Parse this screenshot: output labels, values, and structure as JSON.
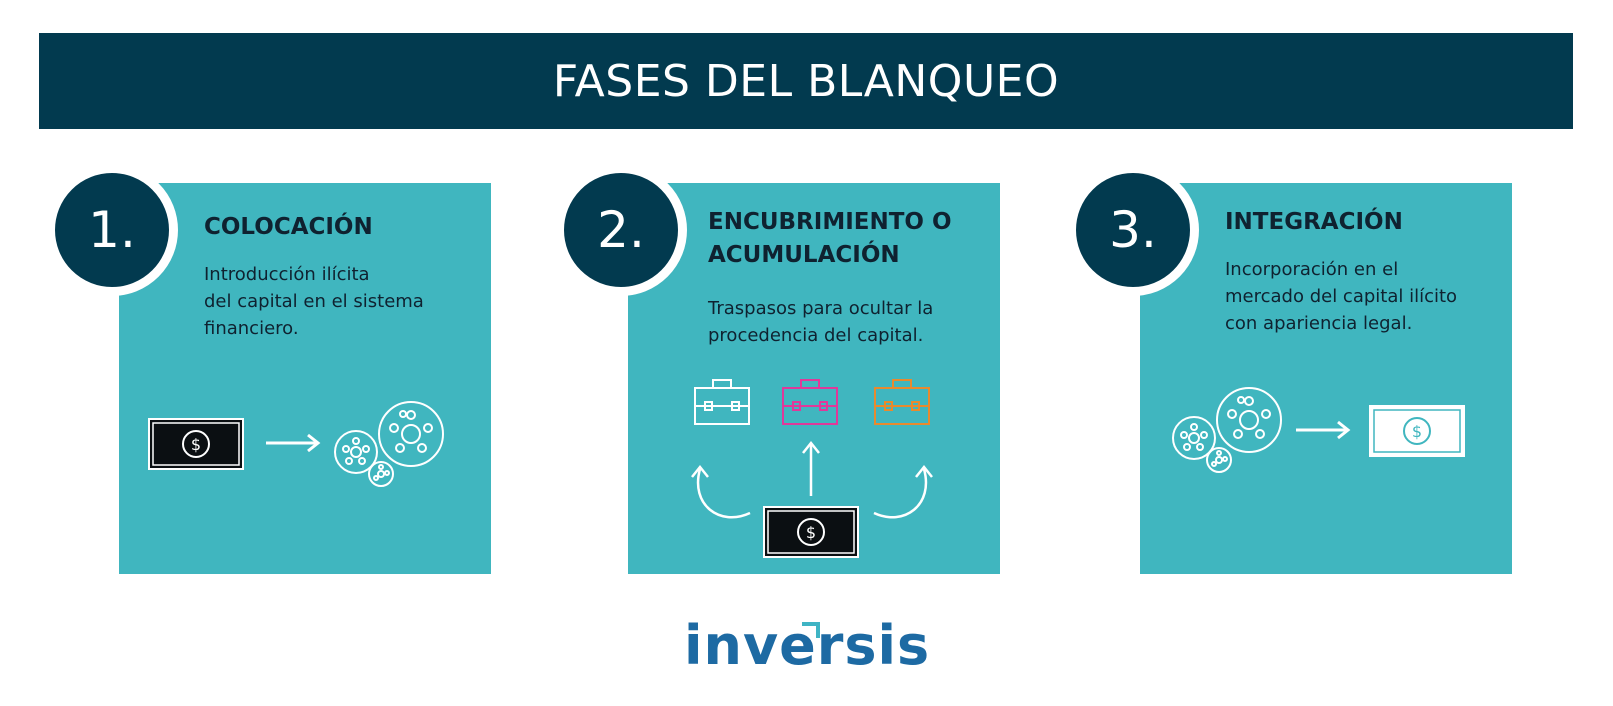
{
  "header": {
    "title": "FASES DEL BLANQUEO"
  },
  "phases": [
    {
      "number": "1.",
      "title_lines": [
        "COLOCACIÓN"
      ],
      "description_lines": [
        "Introducción ilícita",
        "del capital en el sistema",
        "financiero."
      ],
      "icons": [
        "banknote-icon",
        "arrow-right-icon",
        "coins-icon"
      ]
    },
    {
      "number": "2.",
      "title_lines": [
        "ENCUBRIMIENTO O",
        "ACUMULACIÓN"
      ],
      "description_lines": [
        "Traspasos para ocultar la",
        "procedencia del capital."
      ],
      "icons": [
        "briefcase-icon",
        "briefcase-icon",
        "briefcase-icon",
        "curved-arrow-icon",
        "arrow-up-icon",
        "banknote-icon"
      ]
    },
    {
      "number": "3.",
      "title_lines": [
        "INTEGRACIÓN"
      ],
      "description_lines": [
        "Incorporación en el",
        "mercado del capital ilícito",
        "con apariencia legal."
      ],
      "icons": [
        "coins-icon",
        "arrow-right-icon",
        "banknote-icon"
      ]
    }
  ],
  "briefcase_colors": [
    "#ffffff",
    "#e0399a",
    "#e88a2e"
  ],
  "logo": {
    "text": "inversis"
  },
  "colors": {
    "header": "#023a4f",
    "card": "#40b6bf",
    "logo": "#1d6aa3",
    "logo_accent": "#3fb4c4"
  }
}
